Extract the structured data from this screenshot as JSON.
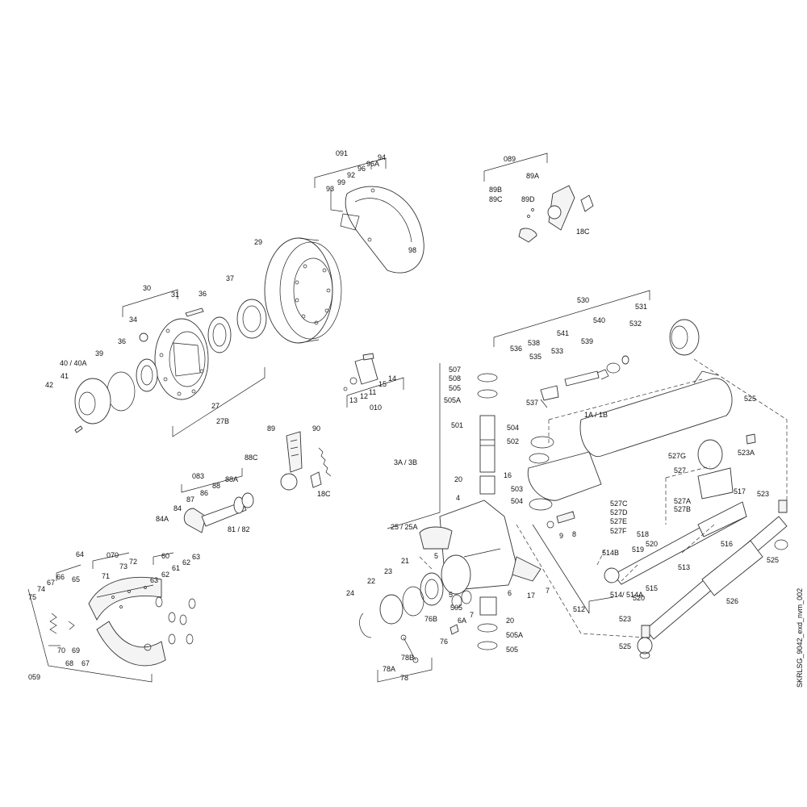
{
  "diagram": {
    "doc_code": "SKRLSG_9042_exd_nvm_002",
    "labels": [
      "091",
      "94",
      "96A",
      "96",
      "92",
      "99",
      "93",
      "98",
      "089",
      "89A",
      "89B",
      "89C",
      "89D",
      "18C",
      "29",
      "30",
      "31",
      "36",
      "37",
      "34",
      "36",
      "39",
      "40 / 40A",
      "41",
      "42",
      "27",
      "27B",
      "13",
      "12",
      "11",
      "15",
      "14",
      "010",
      "89",
      "90",
      "88C",
      "18C",
      "083",
      "86",
      "88",
      "88A",
      "87",
      "84",
      "84A",
      "81 / 82",
      "64",
      "070",
      "72",
      "73",
      "71",
      "65",
      "66",
      "67",
      "74",
      "75",
      "60",
      "62",
      "61",
      "62",
      "63",
      "63",
      "70",
      "69",
      "68",
      "67",
      "059",
      "530",
      "531",
      "540",
      "532",
      "541",
      "539",
      "538",
      "536",
      "535",
      "533",
      "537",
      "525",
      "507",
      "508",
      "505",
      "505A",
      "501",
      "504",
      "502",
      "1A / 1B",
      "3A / 3B",
      "20",
      "16",
      "503",
      "527G",
      "527",
      "523A",
      "517",
      "523",
      "4",
      "504",
      "527C",
      "527A",
      "527D",
      "527B",
      "527E",
      "527F",
      "518",
      "520",
      "516",
      "25 / 25A",
      "9",
      "8",
      "514B",
      "519",
      "5",
      "21",
      "513",
      "525",
      "22",
      "23",
      "6",
      "17",
      "7",
      "24",
      "5",
      "515",
      "514/ 514A",
      "520",
      "526",
      "512",
      "7",
      "6A",
      "505",
      "20",
      "505A",
      "76B",
      "76",
      "523",
      "525",
      "505",
      "78B",
      "78A",
      "78"
    ]
  }
}
